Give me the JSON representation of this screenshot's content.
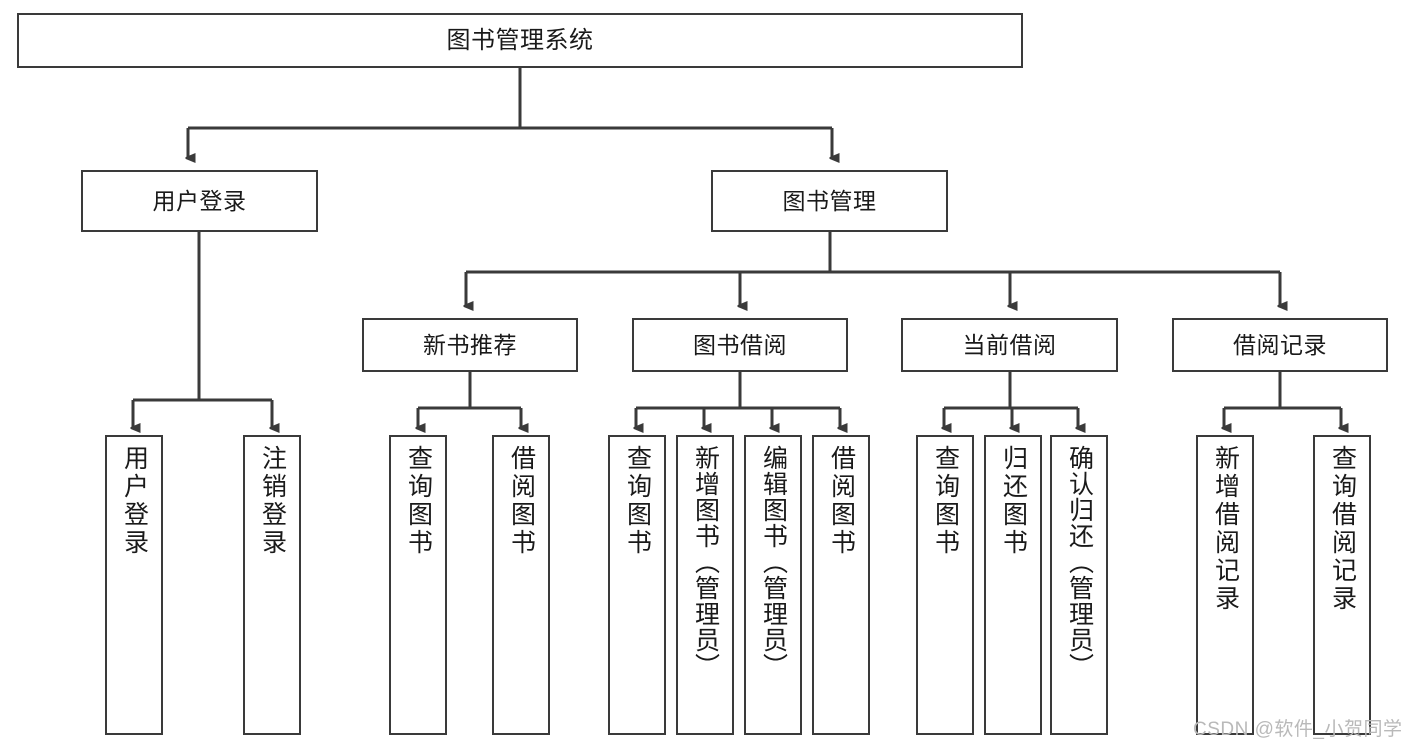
{
  "diagram": {
    "type": "tree-hierarchy",
    "title": "图书管理系统",
    "root": {
      "label": "图书管理系统"
    },
    "level2": [
      {
        "label": "用户登录"
      },
      {
        "label": "图书管理"
      }
    ],
    "level3": [
      {
        "label": "新书推荐"
      },
      {
        "label": "图书借阅"
      },
      {
        "label": "当前借阅"
      },
      {
        "label": "借阅记录"
      }
    ],
    "leaves": {
      "user_login": [
        {
          "label": "用户登录"
        },
        {
          "label": "注销登录"
        }
      ],
      "new_book_recommend": [
        {
          "label": "查询图书"
        },
        {
          "label": "借阅图书"
        }
      ],
      "book_borrow": [
        {
          "label": "查询图书"
        },
        {
          "label": "新增图书（管理员）"
        },
        {
          "label": "编辑图书（管理员）"
        },
        {
          "label": "借阅图书"
        }
      ],
      "current_borrow": [
        {
          "label": "查询图书"
        },
        {
          "label": "归还图书"
        },
        {
          "label": "确认归还（管理员）"
        }
      ],
      "borrow_record": [
        {
          "label": "新增借阅记录"
        },
        {
          "label": "查询借阅记录"
        }
      ]
    }
  },
  "watermark": {
    "text": "CSDN @软件_小贺同学"
  },
  "colors": {
    "stroke": "#3a3a3a",
    "background": "#ffffff",
    "text": "#1a1a1a",
    "watermark": "#b9b9b9"
  }
}
